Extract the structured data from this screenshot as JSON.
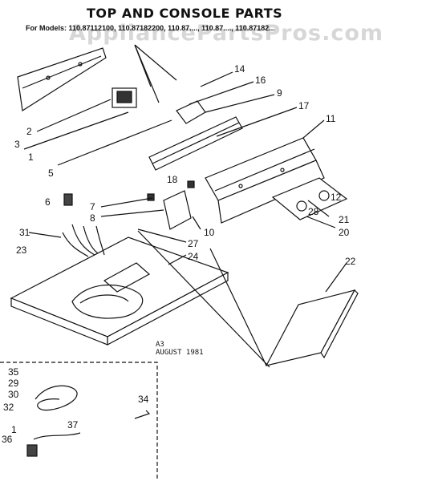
{
  "diagram": {
    "title": "TOP AND CONSOLE PARTS",
    "models_line": "For Models: 110.87112100, 110.87182200, 110.87...., 110.87...., 110.87182...",
    "watermark": "AppliancePartsPros.com",
    "revision": "A3",
    "date": "AUGUST 1981",
    "callouts": {
      "c1": "1",
      "c2": "2",
      "c3": "3",
      "c5": "5",
      "c6": "6",
      "c7": "7",
      "c8": "8",
      "c9": "9",
      "c10": "10",
      "c11": "11",
      "c12": "12",
      "c14": "14",
      "c16": "16",
      "c17": "17",
      "c18": "18",
      "c20": "20",
      "c21": "21",
      "c22": "22",
      "c23": "23",
      "c24": "24",
      "c27": "27",
      "c28": "28",
      "c31": "31",
      "c35": "35",
      "c29": "29",
      "c30": "30",
      "c32": "32",
      "c34": "34",
      "c1b": "1",
      "c36": "36",
      "c37": "37"
    }
  }
}
